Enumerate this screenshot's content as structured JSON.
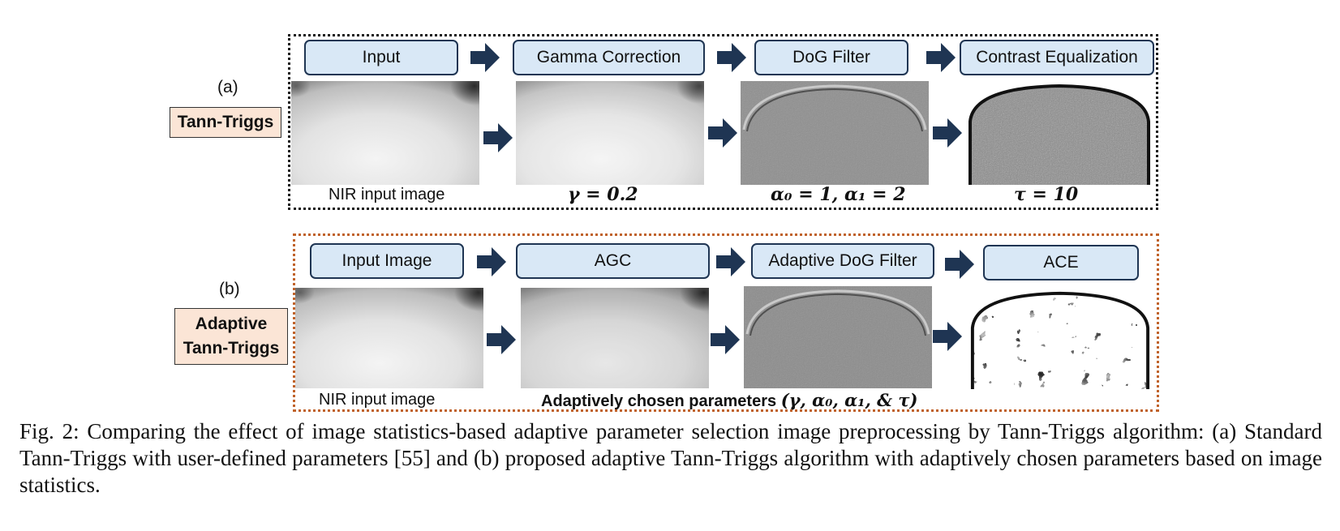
{
  "row_a": {
    "label": "(a)",
    "method": "Tann-Triggs",
    "steps": [
      "Input",
      "Gamma Correction",
      "DoG Filter",
      "Contrast Equalization"
    ],
    "captions": {
      "input": "NIR input image",
      "gamma": "γ = 0.2",
      "dog": "α₀ = 1, α₁ = 2",
      "contrast": "τ = 10"
    }
  },
  "row_b": {
    "label": "(b)",
    "method_line1": "Adaptive",
    "method_line2": "Tann-Triggs",
    "steps": [
      "Input Image",
      "AGC",
      "Adaptive DoG Filter",
      "ACE"
    ],
    "captions": {
      "input": "NIR input image",
      "adaptive_text": "Adaptively chosen parameters",
      "adaptive_params": "(γ, α₀, α₁, & τ)"
    }
  },
  "figure_caption": "Fig. 2: Comparing the effect of image statistics-based adaptive parameter selection image preprocessing by Tann-Triggs algorithm: (a) Standard Tann-Triggs with user-defined parameters [55] and (b) proposed adaptive Tann-Triggs algorithm with adaptively chosen parameters based on image statistics.",
  "colors": {
    "step_fill": "#d9e8f6",
    "step_border": "#1f3553",
    "arrow": "#1f3553",
    "method_fill": "#fbe5d6",
    "frame_a_border": "#1a1a1a",
    "frame_b_border": "#c0622a"
  },
  "icons": {
    "flow_arrow": "right-block-arrow"
  }
}
